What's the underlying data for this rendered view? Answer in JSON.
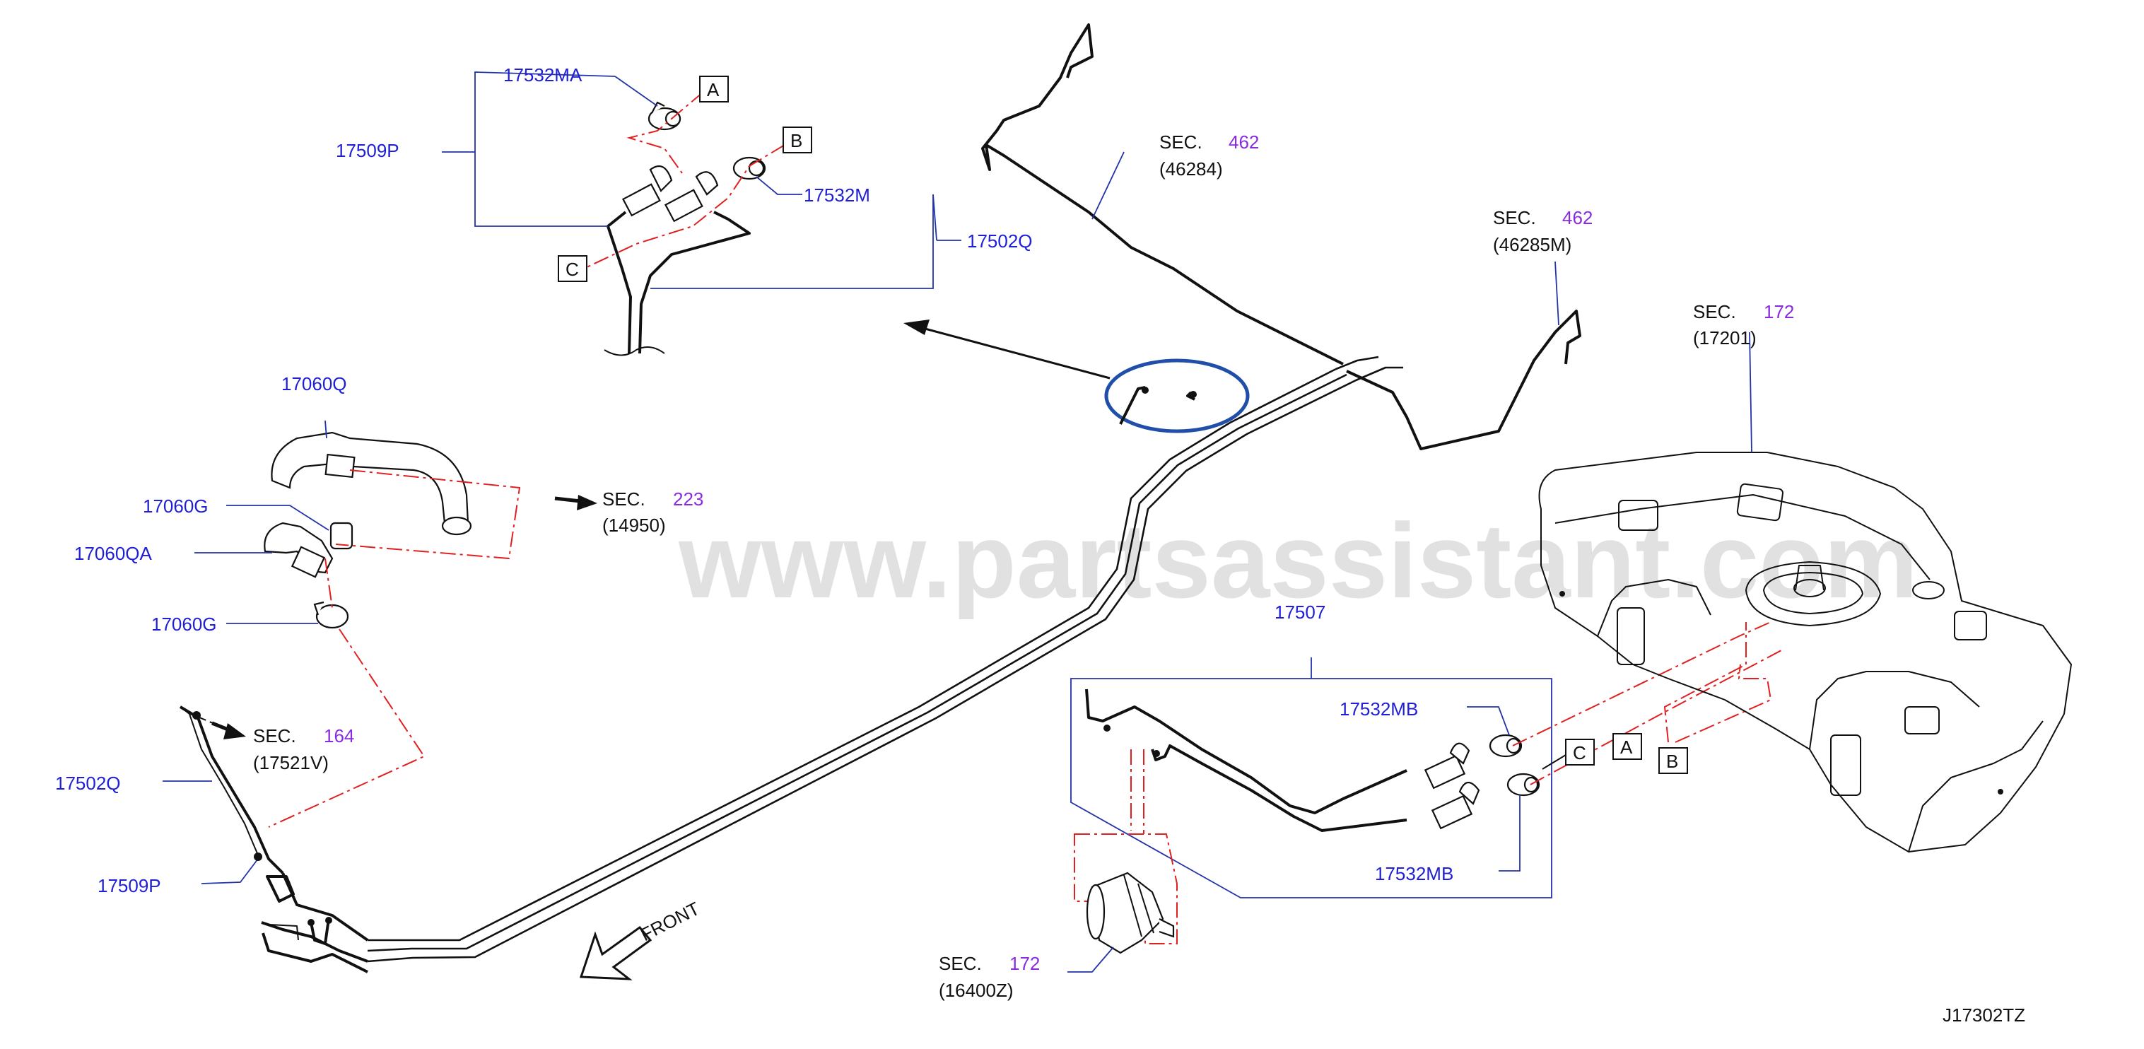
{
  "diagram": {
    "watermark": "www.partsassistant.com",
    "drawing_code": "J17302TZ",
    "front_label": "FRONT",
    "part_labels": {
      "p17532MA": "17532MA",
      "p17509P_top": "17509P",
      "p17532M": "17532M",
      "p17502Q_top": "17502Q",
      "p17060Q": "17060Q",
      "p17060G_1": "17060G",
      "p17060QA": "17060QA",
      "p17060G_2": "17060G",
      "p17502Q_left": "17502Q",
      "p17509P_left": "17509P",
      "p17507": "17507",
      "p17532MB_1": "17532MB",
      "p17532MB_2": "17532MB"
    },
    "sections": [
      {
        "id": "sec462a",
        "word": "SEC.",
        "num": "462",
        "ref": "(46284)"
      },
      {
        "id": "sec462b",
        "word": "SEC.",
        "num": "462",
        "ref": "(46285M)"
      },
      {
        "id": "sec172a",
        "word": "SEC.",
        "num": "172",
        "ref": "(17201)"
      },
      {
        "id": "sec223",
        "word": "SEC.",
        "num": "223",
        "ref": "(14950)"
      },
      {
        "id": "sec164",
        "word": "SEC.",
        "num": "164",
        "ref": "(17521V)"
      },
      {
        "id": "sec172b",
        "word": "SEC.",
        "num": "172",
        "ref": "(16400Z)"
      }
    ],
    "connector_letters": {
      "top_a": "A",
      "top_b": "B",
      "top_c": "C",
      "right_c": "C",
      "right_a": "A",
      "right_b": "B"
    }
  }
}
